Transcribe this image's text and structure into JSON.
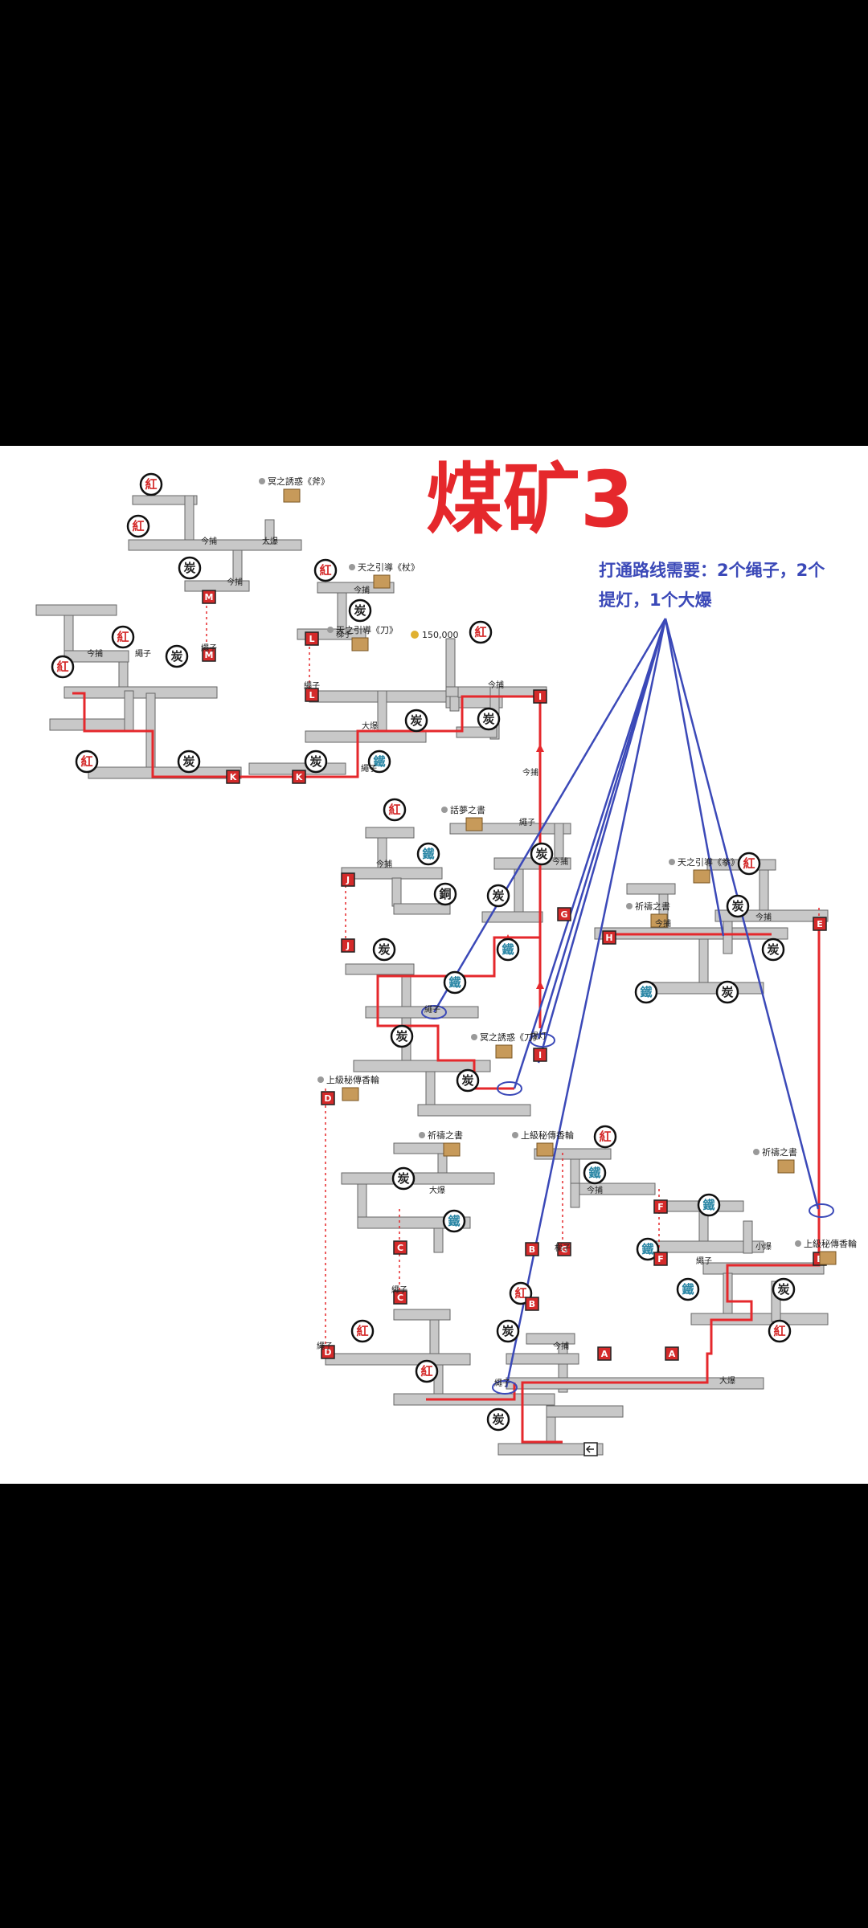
{
  "map": {
    "title": "煤矿3",
    "note_line1": "打通路线需要：2个绳子，2个",
    "note_line2": "提灯，1个大爆",
    "gold": "150,000"
  },
  "items": {
    "item_1": "冥之誘惑《斧》",
    "item_2": "天之引導《杖》",
    "item_3": "天之引導《刀》",
    "item_4": "話夢之書",
    "item_5": "天之引導《拳》",
    "item_6": "祈禱之書",
    "item_7": "冥之誘惑《刀》",
    "item_8": "上級秘傳香輪",
    "item_9": "祈禱之書",
    "item_10": "上級秘傳香輪",
    "item_11": "祈禱之書",
    "item_12": "上級秘傳香輪"
  },
  "labels": {
    "pump": "今捕",
    "rope": "繩子",
    "explosive": "大爆",
    "lamp": "提灯",
    "ladder": "梯子",
    "small": "小爆"
  },
  "resources": {
    "coal": "炭",
    "iron": "鐵",
    "red": "紅",
    "copper": "銅"
  },
  "doors": [
    "M",
    "L",
    "K",
    "J",
    "I",
    "H",
    "G",
    "E",
    "D",
    "C",
    "B",
    "A",
    "F"
  ],
  "colors": {
    "route": "#e5282c",
    "lines": "#3b49b8",
    "tunnel": "#c8c8c8",
    "background": "#ffffff"
  }
}
